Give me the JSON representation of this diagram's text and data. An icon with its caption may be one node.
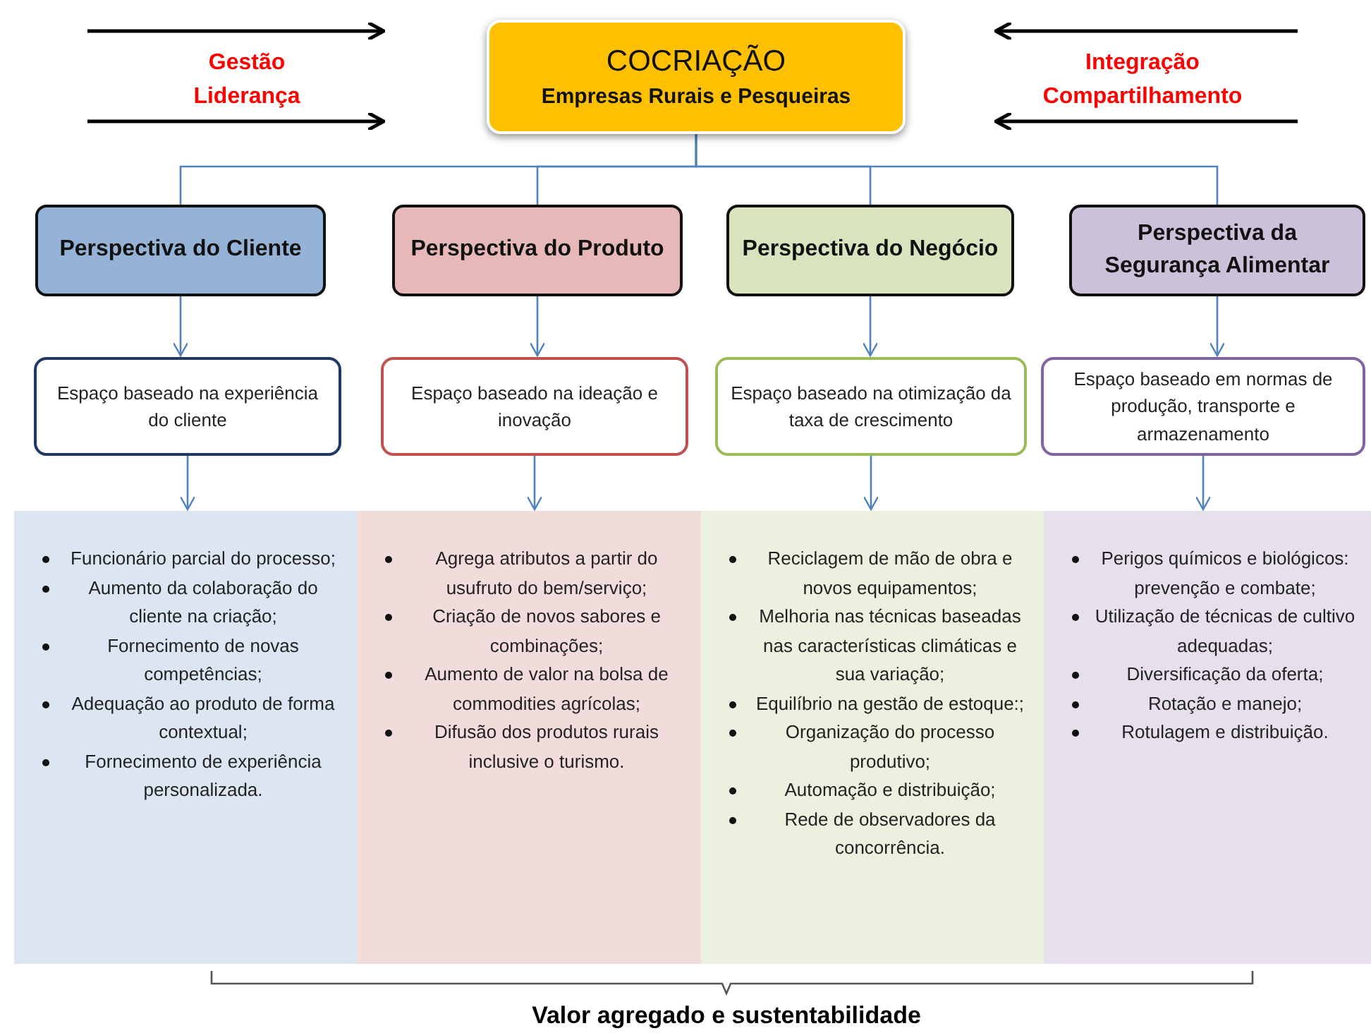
{
  "diagram": {
    "nodes": [
      {
        "text": [
          "COCRIAÇÃO",
          "Empresas Rurais e Pesqueiras"
        ]
      },
      {
        "text": [
          "Perspectiva do Cliente"
        ]
      },
      {
        "text": [
          "Perspectiva do Produto"
        ]
      },
      {
        "text": [
          "Perspectiva do Negócio"
        ]
      },
      {
        "text": [
          "Perspectiva da Segurança Alimentar"
        ]
      },
      {
        "text": [
          "Espaço baseado na experiência do cliente"
        ]
      },
      {
        "text": [
          "Espaço baseado na ideação e inovação"
        ]
      },
      {
        "text": [
          "Espaço baseado na otimização da taxa de crescimento"
        ]
      },
      {
        "text": [
          "Espaço baseado em normas de produção, transporte e armazenamento"
        ]
      },
      {
        "text": [
          "Funcionário parcial do processo;",
          "Aumento da colaboração do cliente na criação;",
          "Fornecimento de novas competências;",
          "Adequação ao produto de forma contextual;",
          "Fornecimento de experiência personalizada."
        ]
      },
      {
        "text": [
          "Agrega atributos a partir do usufruto do bem/serviço;",
          "Criação de novos sabores e combinações;",
          "Aumento de valor na bolsa de commodities agrícolas;",
          "Difusão dos produtos rurais inclusive o turismo."
        ]
      },
      {
        "text": [
          "Reciclagem de mão de obra e novos equipamentos;",
          "Melhoria nas técnicas baseadas nas características climáticas e sua variação;",
          "Equilíbrio na gestão de estoque:;",
          "Organização do processo produtivo;",
          "Automação e distribuição;",
          "Rede de observadores da concorrência."
        ]
      },
      {
        "text": [
          "Perigos químicos e biológicos: prevenção e combate;",
          "Utilização de técnicas de cultivo adequadas;",
          "Diversificação da oferta;",
          "Rotação e manejo;",
          "Rotulagem e distribuição."
        ]
      }
    ],
    "edges": [
      {
        "from": 0,
        "to": 1,
        "arrow": "none"
      },
      {
        "from": 0,
        "to": 2,
        "arrow": "none"
      },
      {
        "from": 0,
        "to": 3,
        "arrow": "none"
      },
      {
        "from": 0,
        "to": 4,
        "arrow": "none"
      },
      {
        "from": 1,
        "to": 5,
        "arrow": "to"
      },
      {
        "from": 2,
        "to": 6,
        "arrow": "to"
      },
      {
        "from": 3,
        "to": 7,
        "arrow": "to"
      },
      {
        "from": 4,
        "to": 8,
        "arrow": "to"
      },
      {
        "from": 5,
        "to": 9,
        "arrow": "to"
      },
      {
        "from": 6,
        "to": 10,
        "arrow": "to"
      },
      {
        "from": 7,
        "to": 11,
        "arrow": "to"
      },
      {
        "from": 8,
        "to": 12,
        "arrow": "to"
      }
    ],
    "labels": [
      "Gestão",
      "Liderança",
      "Integração",
      "Compartilhamento",
      "Valor agregado e sustentabilidade"
    ]
  }
}
